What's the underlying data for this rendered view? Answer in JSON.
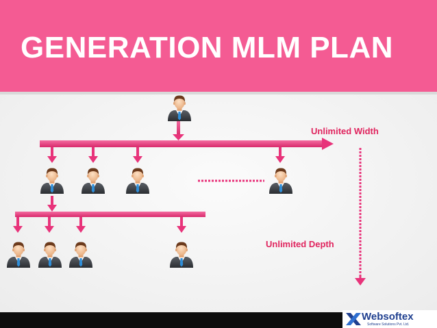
{
  "header": {
    "title": "GENERATION MLM PLAN"
  },
  "labels": {
    "width": "Unlimited Width",
    "depth": "Unlimited Depth"
  },
  "logo": {
    "name": "Websoftex",
    "tagline": "Software Solutions Pvt. Ltd.",
    "icon": "x-logo-icon"
  },
  "colors": {
    "header": "#f45b93",
    "connector": "#e8337a",
    "label": "#e0245e",
    "footer": "#0d0d0d",
    "logo": "#1f3f8f"
  },
  "nodes": {
    "root": {
      "icon": "businessman-icon"
    },
    "level1": [
      {
        "icon": "businessman-icon"
      },
      {
        "icon": "businessman-icon"
      },
      {
        "icon": "businessman-icon"
      },
      {
        "icon": "businessman-icon"
      }
    ],
    "level2": [
      {
        "icon": "businessman-icon"
      },
      {
        "icon": "businessman-icon"
      },
      {
        "icon": "businessman-icon"
      },
      {
        "icon": "businessman-icon"
      }
    ]
  }
}
